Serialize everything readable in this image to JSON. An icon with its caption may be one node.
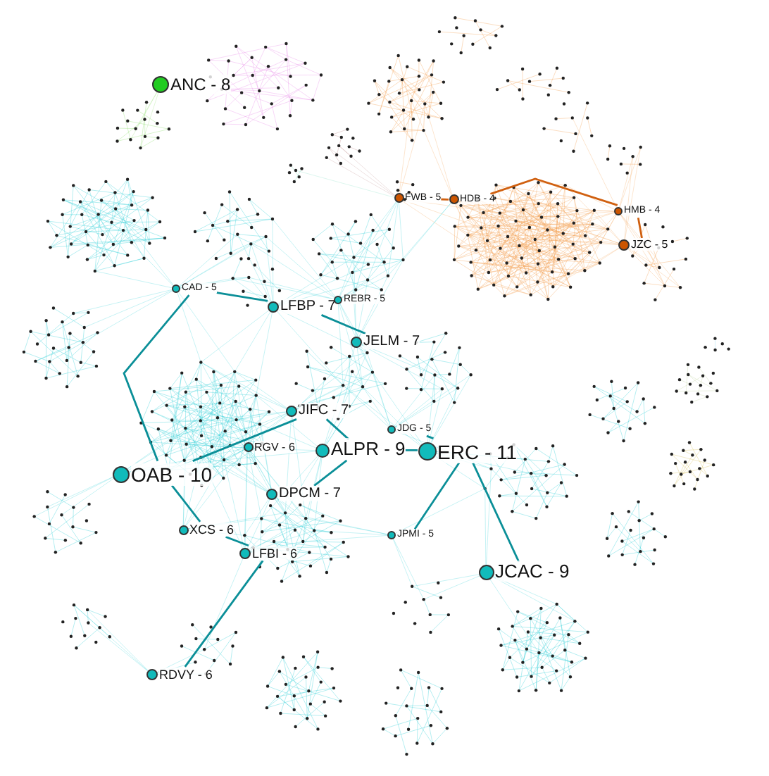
{
  "diagram": {
    "nodes": [
      {
        "text": [
          "ANC - 8"
        ]
      },
      {
        "text": [
          "FWB - 5"
        ]
      },
      {
        "text": [
          "HDB - 4"
        ]
      },
      {
        "text": [
          "HMB - 4"
        ]
      },
      {
        "text": [
          "JZC - 5"
        ]
      },
      {
        "text": [
          "CAD - 5"
        ]
      },
      {
        "text": [
          "LFBP - 7"
        ]
      },
      {
        "text": [
          "REBR - 5"
        ]
      },
      {
        "text": [
          "JELM - 7"
        ]
      },
      {
        "text": [
          "JIFC - 7"
        ]
      },
      {
        "text": [
          "JDG - 5"
        ]
      },
      {
        "text": [
          "RGV - 6"
        ]
      },
      {
        "text": [
          "ALPR - 9"
        ]
      },
      {
        "text": [
          "ERC - 11"
        ]
      },
      {
        "text": [
          "OAB - 10"
        ]
      },
      {
        "text": [
          "DPCM - 7"
        ]
      },
      {
        "text": [
          "XCS - 6"
        ]
      },
      {
        "text": [
          "JPMI - 5"
        ]
      },
      {
        "text": [
          "LFBI - 6"
        ]
      },
      {
        "text": [
          "JCAC - 9"
        ]
      },
      {
        "text": [
          "RDVY - 6"
        ]
      }
    ],
    "edges": [
      {
        "from": 14,
        "to": 5,
        "arrow": "none"
      },
      {
        "from": 14,
        "to": 16,
        "arrow": "none"
      },
      {
        "from": 14,
        "to": 9,
        "arrow": "none"
      },
      {
        "from": 12,
        "to": 13,
        "arrow": "none"
      },
      {
        "from": 12,
        "to": 9,
        "arrow": "none"
      },
      {
        "from": 12,
        "to": 15,
        "arrow": "none"
      },
      {
        "from": 13,
        "to": 19,
        "arrow": "none"
      },
      {
        "from": 13,
        "to": 10,
        "arrow": "none"
      },
      {
        "from": 13,
        "to": 17,
        "arrow": "none"
      },
      {
        "from": 6,
        "to": 8,
        "arrow": "none"
      },
      {
        "from": 6,
        "to": 5,
        "arrow": "none"
      },
      {
        "from": 18,
        "to": 16,
        "arrow": "none"
      },
      {
        "from": 18,
        "to": 20,
        "arrow": "none"
      },
      {
        "from": 2,
        "to": 1,
        "arrow": "none",
        "color": "#d06010"
      },
      {
        "from": 2,
        "to": 3,
        "arrow": "none",
        "color": "#d06010"
      },
      {
        "from": 3,
        "to": 4,
        "arrow": "none",
        "color": "#d06010"
      }
    ]
  }
}
